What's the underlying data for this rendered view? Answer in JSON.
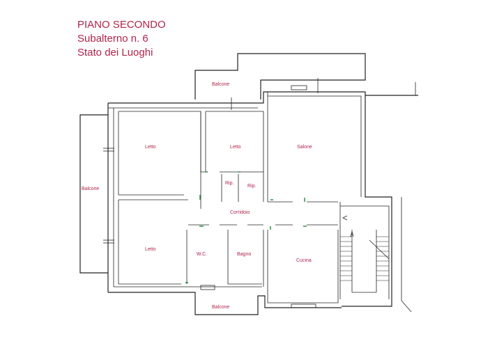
{
  "header": {
    "line1": "PIANO SECONDO",
    "line2": "Subalterno n. 6",
    "line3": "Stato dei Luoghi"
  },
  "rooms": {
    "balcone_top": "Balcone",
    "balcone_left": "Balcone",
    "balcone_bottom": "Balcone",
    "letto_1": "Letto",
    "letto_2": "Letto",
    "letto_3": "Letto",
    "salone": "Salone",
    "rip_1": "Rip.",
    "rip_2": "Rip.",
    "corridoio": "Corridoio",
    "wc": "W.C.",
    "bagno": "Bagno",
    "cucina": "Cucina"
  },
  "colors": {
    "label": "#b0234a",
    "wall": "#222222",
    "door_mark": "#1a8a3a"
  }
}
